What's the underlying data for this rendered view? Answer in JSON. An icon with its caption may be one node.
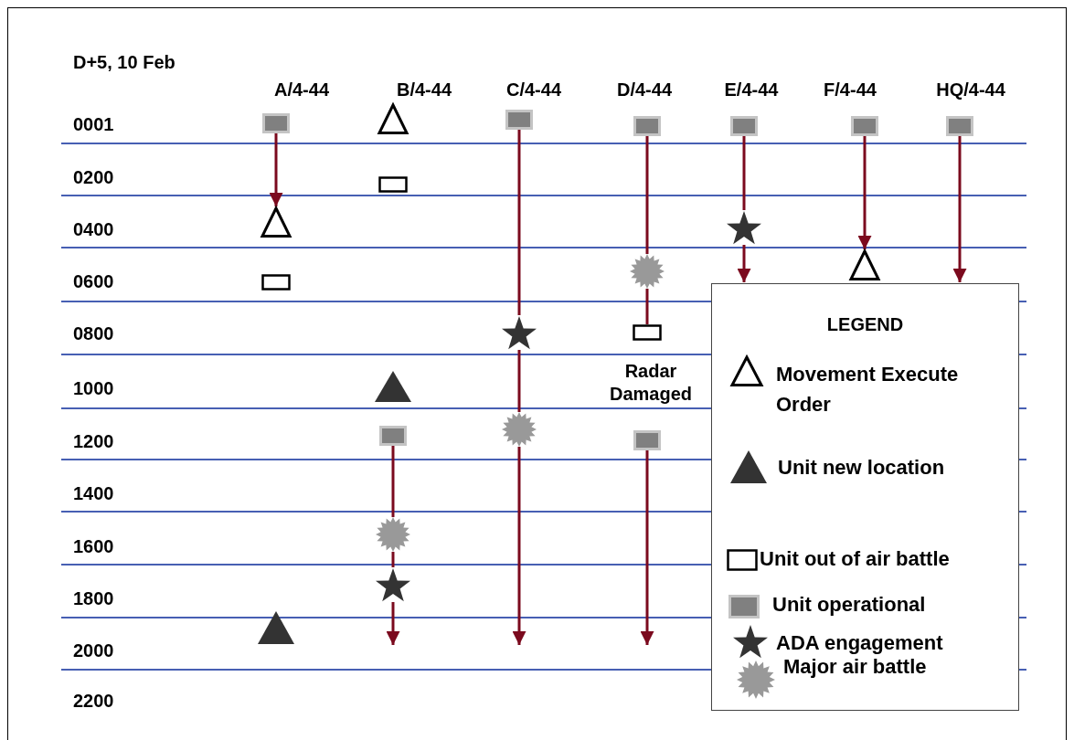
{
  "diagram": {
    "nodes": [
      {
        "text": [],
        "shape": "square"
      },
      {
        "text": [],
        "shape": "triangle"
      },
      {
        "text": [],
        "shape": "square"
      },
      {
        "text": [],
        "shape": "square"
      },
      {
        "text": [],
        "shape": "square"
      },
      {
        "text": [],
        "shape": "square"
      },
      {
        "text": [],
        "shape": "square"
      },
      {
        "text": [],
        "shape": "box"
      },
      {
        "text": [],
        "shape": "triangle"
      },
      {
        "text": [],
        "shape": "star"
      },
      {
        "text": [],
        "shape": "box"
      },
      {
        "text": [],
        "shape": "burst"
      },
      {
        "text": [],
        "shape": "triangle"
      },
      {
        "text": [],
        "shape": "star"
      },
      {
        "text": [],
        "shape": "box",
        "beside": [
          "Radar Damaged"
        ]
      },
      {
        "text": [],
        "shape": "triangle"
      },
      {
        "text": [],
        "shape": "square"
      },
      {
        "text": [],
        "shape": "burst"
      },
      {
        "text": [],
        "shape": "square"
      },
      {
        "text": [],
        "shape": "burst"
      },
      {
        "text": [],
        "shape": "star"
      },
      {
        "text": [],
        "shape": "triangle"
      }
    ],
    "edges": [
      {
        "from": 0,
        "to": 8,
        "arrow": "to"
      },
      {
        "from": 2,
        "to": 13,
        "arrow": "none"
      },
      {
        "from": 13,
        "to": 17,
        "arrow": "none"
      },
      {
        "from": 17,
        "to": null,
        "arrow": "to"
      },
      {
        "from": 3,
        "to": 11,
        "arrow": "none"
      },
      {
        "from": 11,
        "to": 14,
        "arrow": "none"
      },
      {
        "from": 4,
        "to": 9,
        "arrow": "none"
      },
      {
        "from": 9,
        "to": null,
        "arrow": "to"
      },
      {
        "from": 5,
        "to": 12,
        "arrow": "to"
      },
      {
        "from": 6,
        "to": null,
        "arrow": "to"
      },
      {
        "from": 16,
        "to": 19,
        "arrow": "none"
      },
      {
        "from": 19,
        "to": 20,
        "arrow": "none"
      },
      {
        "from": 20,
        "to": null,
        "arrow": "to"
      },
      {
        "from": 18,
        "to": null,
        "arrow": "to"
      }
    ],
    "labels": [
      "D+5, 10 Feb",
      "A/4-44",
      "B/4-44",
      "C/4-44",
      "D/4-44",
      "E/4-44",
      "F/4-44",
      "HQ/4-44",
      "0001",
      "0200",
      "0400",
      "0600",
      "0800",
      "1000",
      "1200",
      "1400",
      "1600",
      "1800",
      "2000",
      "2200",
      "LEGEND"
    ],
    "legend": [
      {
        "text": "Movement Execute Order"
      },
      {
        "text": "Unit new location"
      },
      {
        "text": "Unit out of air battle"
      },
      {
        "text": "Unit operational"
      },
      {
        "text": "ADA engagement"
      },
      {
        "text": "Major air battle"
      }
    ]
  }
}
